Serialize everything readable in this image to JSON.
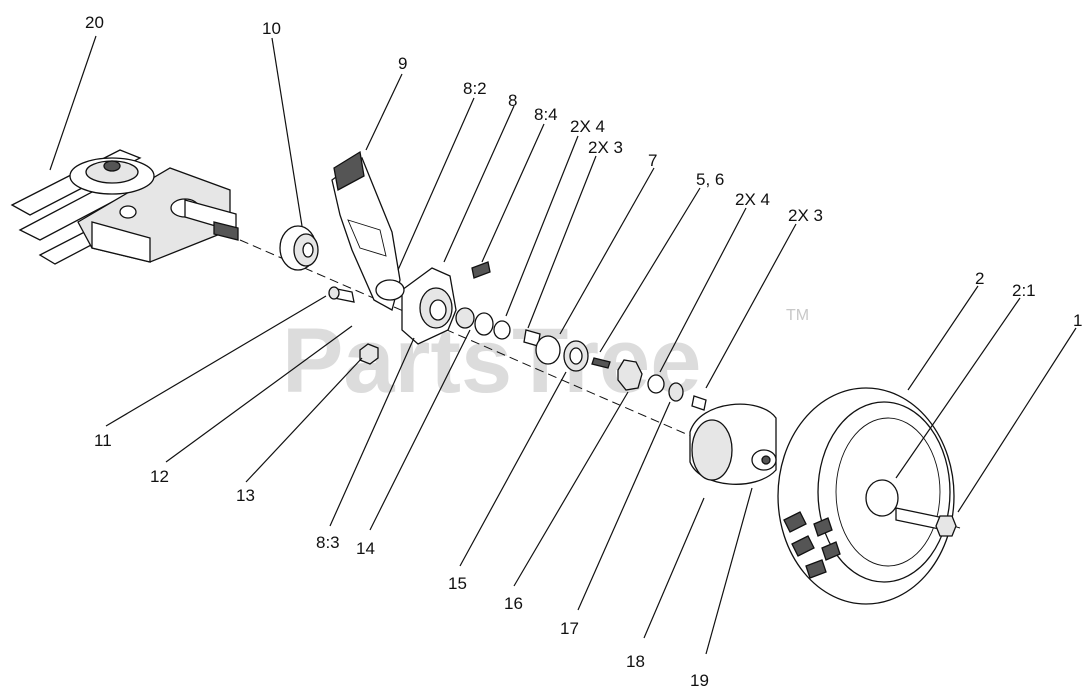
{
  "watermark": {
    "text": "PartsTree",
    "trademark": "TM"
  },
  "callouts": [
    {
      "id": "20",
      "text": "20"
    },
    {
      "id": "10",
      "text": "10"
    },
    {
      "id": "9",
      "text": "9"
    },
    {
      "id": "8-2",
      "text": "8:2"
    },
    {
      "id": "8",
      "text": "8"
    },
    {
      "id": "8-4",
      "text": "8:4"
    },
    {
      "id": "2x4-a",
      "text": "2X 4"
    },
    {
      "id": "2x3-a",
      "text": "2X 3"
    },
    {
      "id": "7",
      "text": "7"
    },
    {
      "id": "5-6",
      "text": "5, 6"
    },
    {
      "id": "2x4-b",
      "text": "2X 4"
    },
    {
      "id": "2x3-b",
      "text": "2X 3"
    },
    {
      "id": "2",
      "text": "2"
    },
    {
      "id": "2-1",
      "text": "2:1"
    },
    {
      "id": "1",
      "text": "1"
    },
    {
      "id": "11",
      "text": "11"
    },
    {
      "id": "12",
      "text": "12"
    },
    {
      "id": "13",
      "text": "13"
    },
    {
      "id": "8-3",
      "text": "8:3"
    },
    {
      "id": "14",
      "text": "14"
    },
    {
      "id": "15",
      "text": "15"
    },
    {
      "id": "16",
      "text": "16"
    },
    {
      "id": "17",
      "text": "17"
    },
    {
      "id": "18",
      "text": "18"
    },
    {
      "id": "19",
      "text": "19"
    }
  ]
}
